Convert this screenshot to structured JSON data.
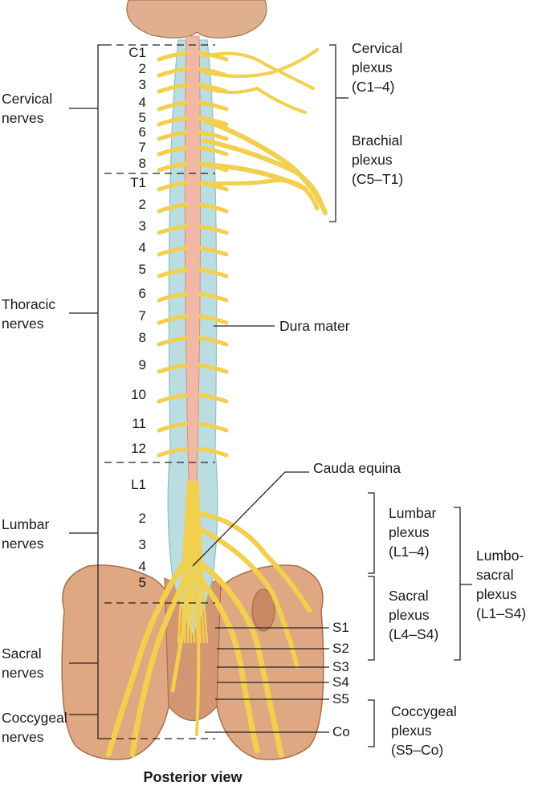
{
  "left_labels": {
    "cervical": "Cervical\nnerves",
    "thoracic": "Thoracic\nnerves",
    "lumbar": "Lumbar\nnerves",
    "sacral": "Sacral\nnerves",
    "coccygeal": "Coccygeal\nnerves"
  },
  "right_labels": {
    "cervical_plexus": "Cervical\nplexus\n(C1–4)",
    "brachial_plexus": "Brachial\nplexus\n(C5–T1)",
    "dura_mater": "Dura mater",
    "cauda_equina": "Cauda equina",
    "lumbar_plexus": "Lumbar\nplexus\n(L1–4)",
    "sacral_plexus": "Sacral\nplexus\n(L4–S4)",
    "lumbosacral_plexus": "Lumbo-\nsacral\nplexus\n(L1–S4)",
    "coccygeal_plexus": "Coccygeal\nplexus\n(S5–Co)"
  },
  "segments": {
    "cervical": [
      "C1",
      "2",
      "3",
      "4",
      "5",
      "6",
      "7",
      "8"
    ],
    "thoracic": [
      "T1",
      "2",
      "3",
      "4",
      "5",
      "6",
      "7",
      "8",
      "9",
      "10",
      "11",
      "12"
    ],
    "lumbar": [
      "L1",
      "2",
      "3",
      "4",
      "5"
    ],
    "sacral_right": [
      "S1",
      "S2",
      "S3",
      "S4",
      "S5",
      "Co"
    ]
  },
  "caption": "Posterior view",
  "colors": {
    "nerve": "#f2cf4c",
    "nerve_outline": "#c9a12a",
    "dura": "#b9dde0",
    "cord": "#f1b9a5",
    "bone": "#d9a07c",
    "bone_dark": "#b8764f"
  }
}
